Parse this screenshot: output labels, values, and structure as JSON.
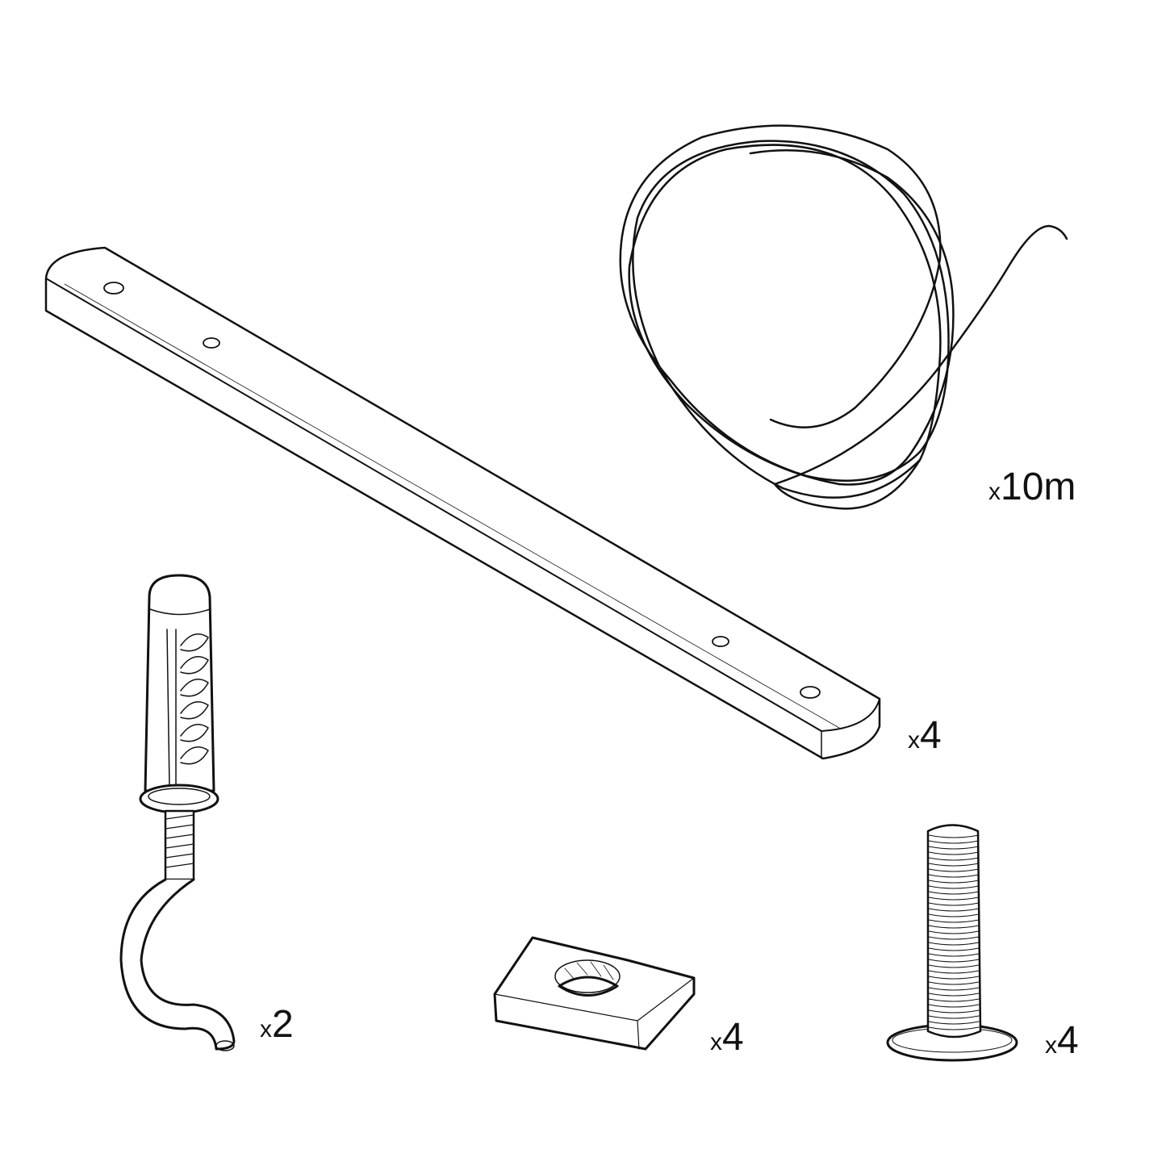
{
  "parts": [
    {
      "id": "wire",
      "icon": "wire-coil-icon",
      "prefix": "x",
      "quantity": "10m"
    },
    {
      "id": "flat-bar",
      "icon": "perforated-flat-bar-icon",
      "prefix": "x",
      "quantity": "4"
    },
    {
      "id": "hook-anchor",
      "icon": "wall-plug-hook-icon",
      "prefix": "x",
      "quantity": "2"
    },
    {
      "id": "square-nut",
      "icon": "square-nut-icon",
      "prefix": "x",
      "quantity": "4"
    },
    {
      "id": "bolt",
      "icon": "bolt-icon",
      "prefix": "x",
      "quantity": "4"
    }
  ],
  "colors": {
    "line": "#111111",
    "background": "#ffffff"
  }
}
